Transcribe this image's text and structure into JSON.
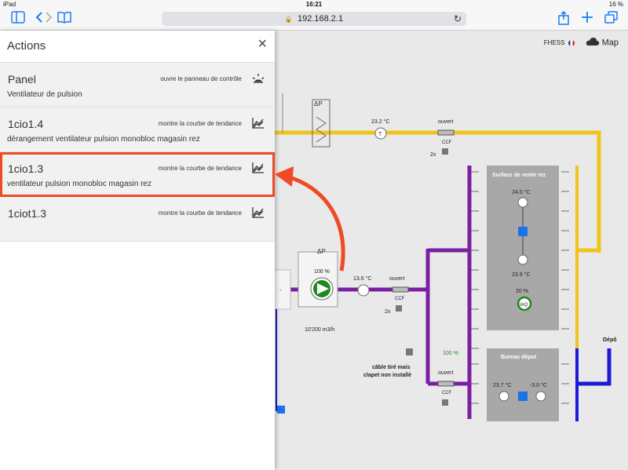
{
  "status": {
    "device": "iPad",
    "time": "16:21",
    "battery": "16 %"
  },
  "browser": {
    "url": "192.168.2.1"
  },
  "header_right": {
    "user": "FHESS",
    "map_label": "Map"
  },
  "panel": {
    "title": "Actions",
    "items": [
      {
        "name": "Panel",
        "action": "ouvre le panneau de contrôle",
        "subtitle": "Ventilateur de pulsion"
      },
      {
        "name": "1cio1.4",
        "action": "montre la courbe de tendance",
        "subtitle": "dérangement ventilateur pulsion monobloc magasin rez"
      },
      {
        "name": "1cio1.3",
        "action": "montre la courbe de tendance",
        "subtitle": "ventilateur pulsion monobloc magasin rez"
      },
      {
        "name": "1ciot1.3",
        "action": "montre la courbe de tendance",
        "subtitle": ""
      }
    ]
  },
  "diagram": {
    "dp_label": "ΔP",
    "temp_top": "23.2 °C",
    "damper_top_label": "ouvert",
    "ccf_label": "CCF",
    "count_2x": "2x",
    "fan_pct": "100 %",
    "fan_flow": "10'200 m3/h",
    "temp_mid": "13.6 °C",
    "damper_mid_label": "ouvert",
    "damper_low_label": "ouvert",
    "pct_100": "100 %",
    "cable_note_1": "câble tiré mais",
    "cable_note_2": "clapet non installé",
    "zone1": {
      "title": "Surface de vente rez",
      "temp1": "24.0 °C",
      "temp2": "23.9 °C",
      "iaq_pct": "20 %",
      "iaq": "IAQ"
    },
    "zone2": {
      "title": "Bureau dépot",
      "temp1": "23.7 °C",
      "temp2": "-3.0 °C"
    },
    "depot_label": "Dépô",
    "colors": {
      "supply": "#f0c419",
      "exhaust": "#7b1fa2",
      "cold": "#1a1ad8",
      "fan": "#1e8a1e",
      "accent": "#ef4a23"
    }
  }
}
